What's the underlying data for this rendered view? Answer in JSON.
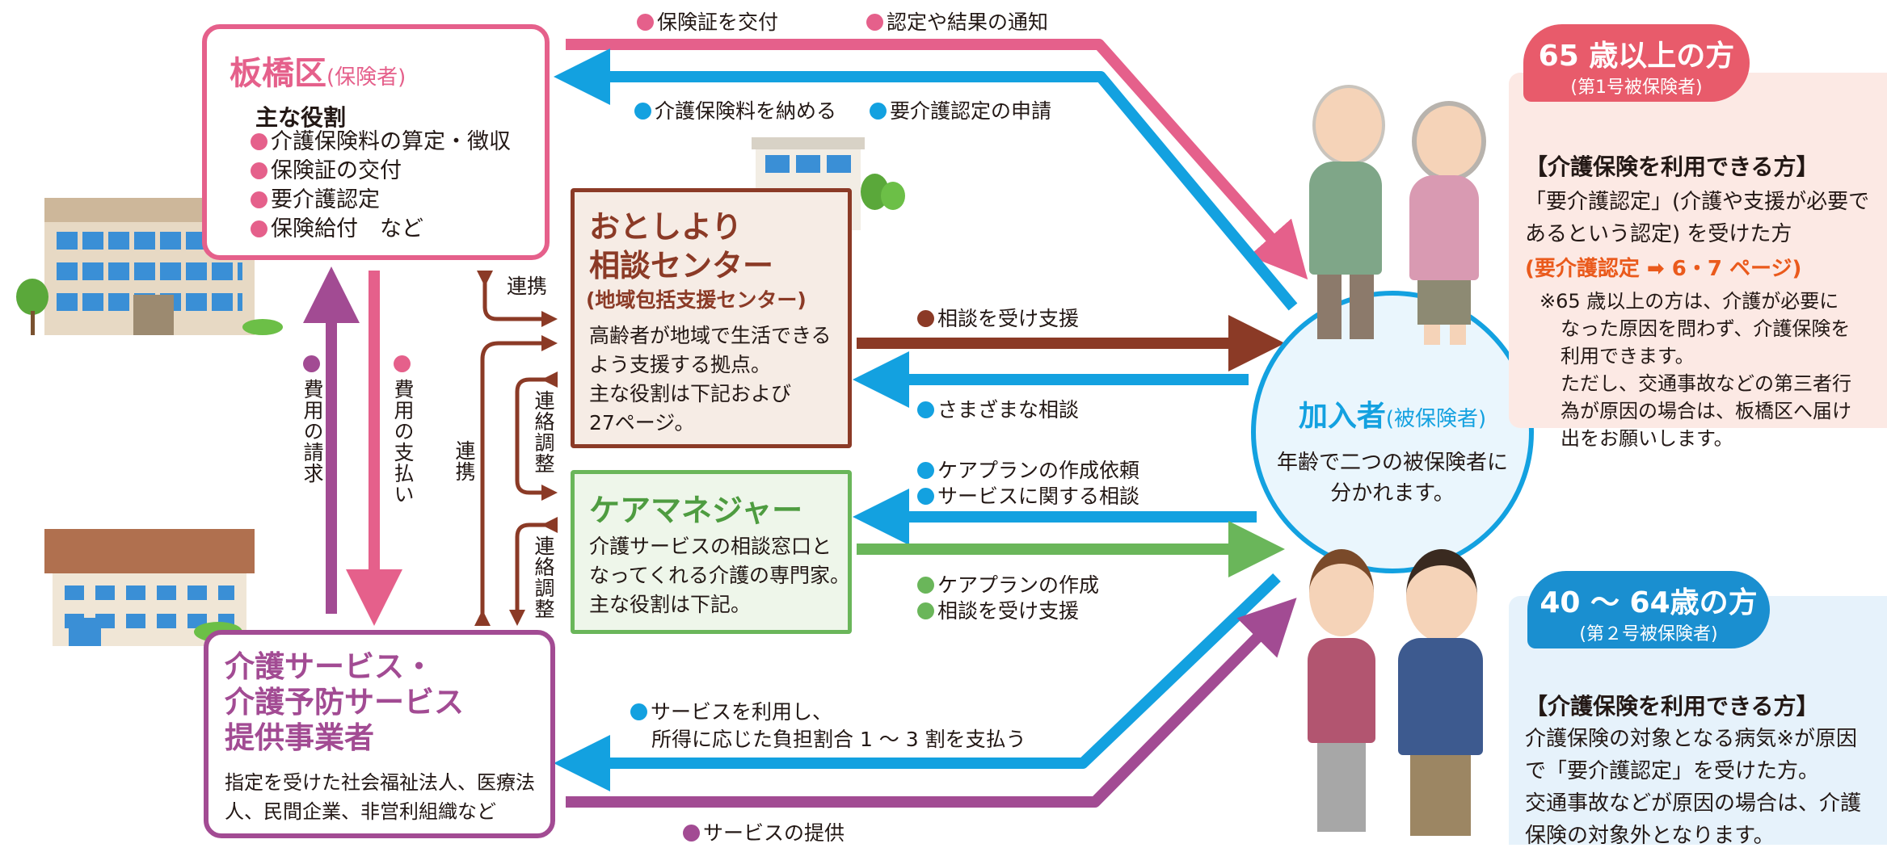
{
  "ward": {
    "title": "板橋区",
    "subtitle": "(保険者)",
    "roles_heading": "主な役割",
    "roles": [
      "介護保険料の算定・徴収",
      "保険証の交付",
      "要介護認定",
      "保険給付　など"
    ]
  },
  "center": {
    "title_line1": "おとしより",
    "title_line2": "相談センター",
    "subtitle": "(地域包括支援センター)",
    "desc": [
      "高齢者が地域で生活できる",
      "よう支援する拠点。",
      "主な役割は下記および",
      "27ページ。"
    ]
  },
  "care_manager": {
    "title": "ケアマネジャー",
    "desc": [
      "介護サービスの相談窓口と",
      "なってくれる介護の専門家。",
      "主な役割は下記。"
    ]
  },
  "provider": {
    "title_line1": "介護サービス・",
    "title_line2": "介護予防サービス",
    "title_line3": "提供事業者",
    "desc": [
      "指定を受けた社会福祉法人、医療法",
      "人、民間企業、非営利組織など"
    ]
  },
  "member": {
    "title": "加入者",
    "subtitle": "(被保険者)",
    "desc": [
      "年齢で二つの被保険者に",
      "分かれます。"
    ]
  },
  "flows": {
    "issue_card": "保険証を交付",
    "notice": "認定や結果の通知",
    "pay_premium": "介護保険料を納める",
    "apply_cert": "要介護認定の申請",
    "consult_support": "相談を受け支援",
    "various_consult": "さまざまな相談",
    "careplan_request": "ケアプランの作成依頼",
    "service_consult": "サービスに関する相談",
    "careplan_make": "ケアプランの作成",
    "consult_support2": "相談を受け支援",
    "use_service_1": "サービスを利用し、",
    "use_service_2": "所得に応じた負担割合 1 ～ 3 割を支払う",
    "service_provide": "サービスの提供",
    "renkei_top": "連携",
    "renkei_side": "連携",
    "renraku_1": "連絡調整",
    "renraku_2": "連絡調整",
    "cost_claim": "費用の請求",
    "cost_pay": "費用の支払い"
  },
  "over65": {
    "badge_main": "65 歳以上の方",
    "badge_sub": "(第1号被保険者)",
    "heading": "【介護保険を利用できる方】",
    "lines": [
      "「要介護認定」(介護や支援が必要で",
      "あるという認定) を受けた方"
    ],
    "ref": "(要介護認定 ➡ 6・7 ページ)",
    "note": [
      "※65 歳以上の方は、介護が必要に",
      "なった原因を問わず、介護保険を",
      "利用できます。",
      "ただし、交通事故などの第三者行",
      "為が原因の場合は、板橋区へ届け",
      "出をお願いします。"
    ]
  },
  "age40": {
    "badge_main": "40 ～ 64歳の方",
    "badge_sub": "(第２号被保険者)",
    "heading": "【介護保険を利用できる方】",
    "lines": [
      "介護保険の対象となる病気※が原因",
      "で「要介護認定」を受けた方。",
      "交通事故などが原因の場合は、介護",
      "保険の対象外となります。"
    ]
  },
  "colors": {
    "pink": "#e5608b",
    "blue": "#13a1e0",
    "brown": "#8b3a26",
    "green": "#6ab65a",
    "purple": "#a24b93"
  }
}
